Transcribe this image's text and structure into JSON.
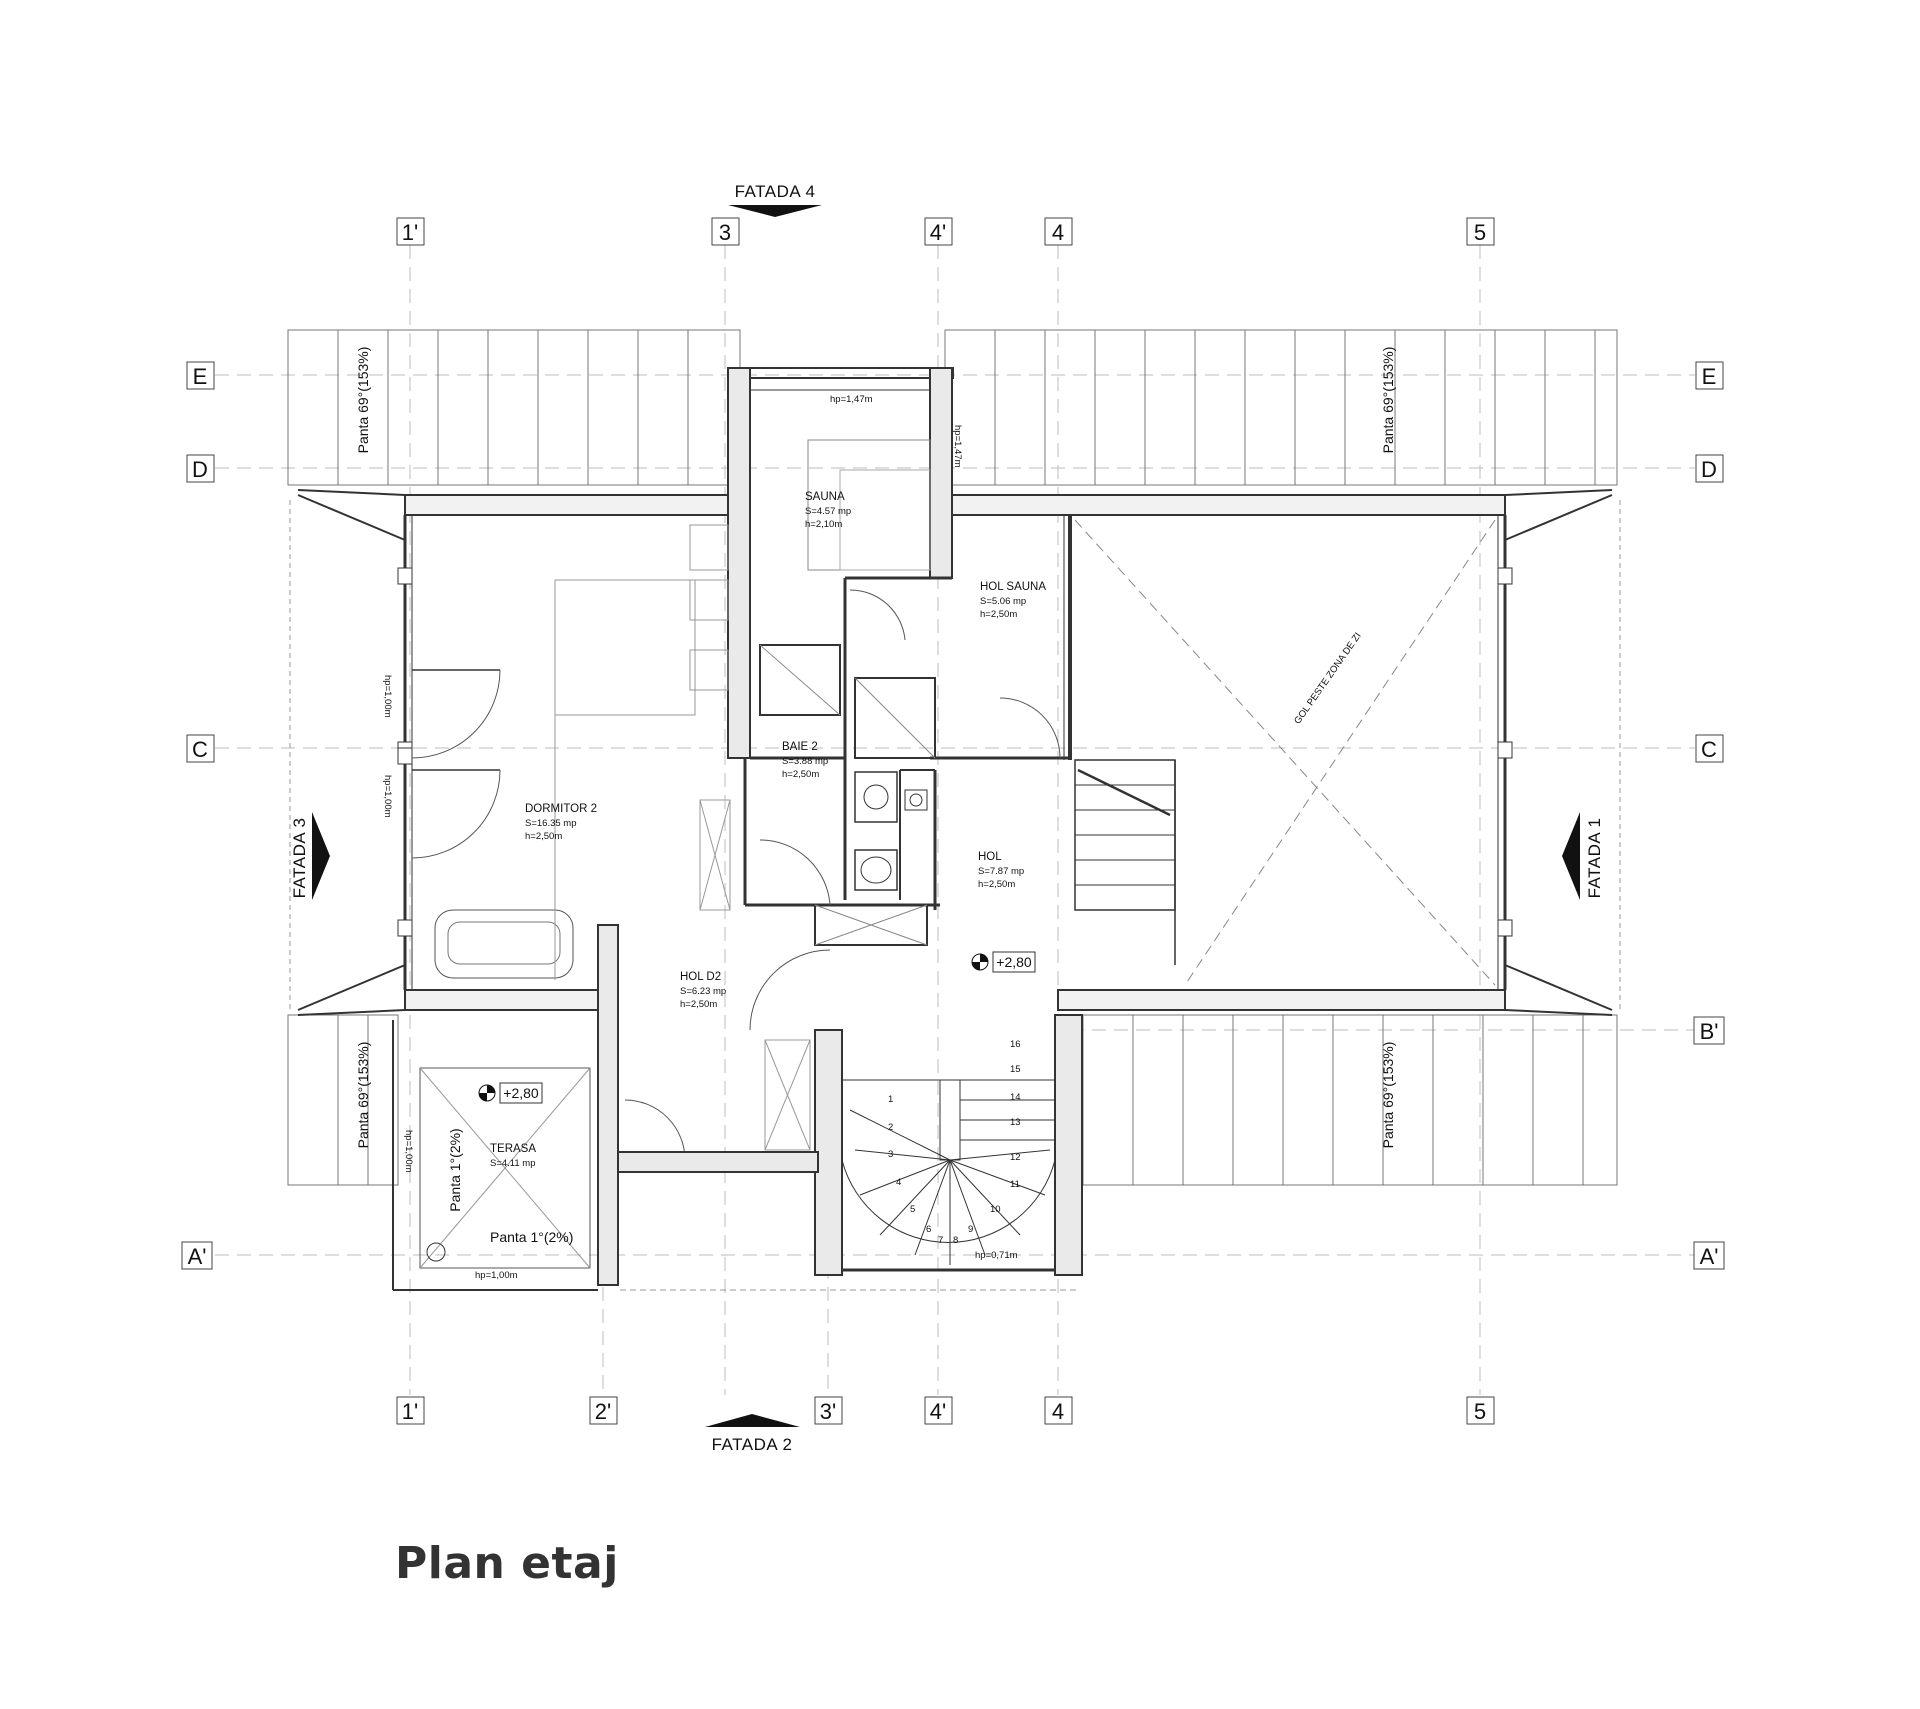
{
  "drawing_title": "Plan etaj",
  "axes_top": [
    "1'",
    "3",
    "4'",
    "4",
    "5"
  ],
  "axes_bottom": [
    "1'",
    "2'",
    "3'",
    "4'",
    "4",
    "5"
  ],
  "axes_left": [
    "E",
    "D",
    "C",
    "A'"
  ],
  "axes_right": [
    "E",
    "D",
    "C",
    "B'",
    "A'"
  ],
  "facades": {
    "top": "FATADA 4",
    "bottom": "FATADA 2",
    "left": "FATADA 3",
    "right": "FATADA 1"
  },
  "roof_slopes": {
    "top_left": "Panta 69°(153%)",
    "top_right": "Panta 69°(153%)",
    "bottom_left": "Panta 69°(153%)",
    "bottom_right": "Panta 69°(153%)",
    "terrace_a": "Panta 1°(2%)",
    "terrace_b": "Panta 1°(2%)"
  },
  "rooms": {
    "sauna": {
      "name": "SAUNA",
      "area": "S=4.57 mp",
      "height": "h=2,10m"
    },
    "hol_sauna": {
      "name": "HOL SAUNA",
      "area": "S=5.06 mp",
      "height": "h=2,50m"
    },
    "baie_2": {
      "name": "BAIE 2",
      "area": "S=3.88 mp",
      "height": "h=2,50m"
    },
    "dormitor_2": {
      "name": "DORMITOR 2",
      "area": "S=16.35 mp",
      "height": "h=2,50m"
    },
    "hol": {
      "name": "HOL",
      "area": "S=7.87 mp",
      "height": "h=2,50m"
    },
    "hol_d2": {
      "name": "HOL D2",
      "area": "S=6.23 mp",
      "height": "h=2,50m"
    },
    "terasa": {
      "name": "TERASA",
      "area": "S=4.11 mp"
    }
  },
  "void_label": "GOL PESTE ZONA DE ZI",
  "elevations": [
    "+2,80",
    "+2,80"
  ],
  "parapet_heights": {
    "sauna_top": "hp=1,47m",
    "sauna_side": "hp=1,47m",
    "window_1": "hp=1,00m",
    "window_2": "hp=1,00m",
    "terrace_side": "hp=1,00m",
    "terrace_bottom": "hp=1,00m",
    "stair_window": "hp=0,71m"
  },
  "stair_steps": [
    "1",
    "2",
    "3",
    "4",
    "5",
    "6",
    "7",
    "8",
    "9",
    "10",
    "11",
    "12",
    "13",
    "14",
    "15",
    "16"
  ]
}
